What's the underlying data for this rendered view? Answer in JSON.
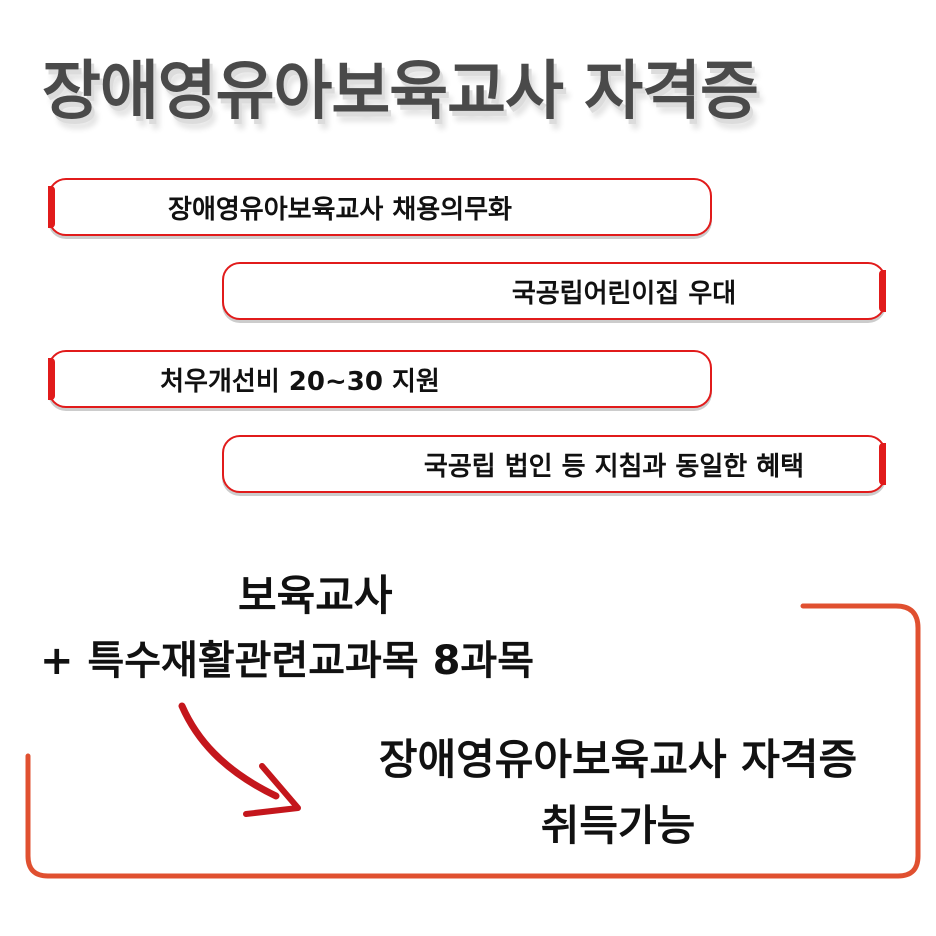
{
  "title": "장애영유아보육교사 자격증",
  "pills": [
    "장애영유아보육교사 채용의무화",
    "국공립어린이집 우대",
    "처우개선비 20~30 지원",
    "국공립 법인 등 지침과 동일한 혜택"
  ],
  "requirement": {
    "line1": "보육교사",
    "line2": "+ 특수재활관련교과목 8과목"
  },
  "result": {
    "line1": "장애영유아보육교사 자격증",
    "line2": "취득가능"
  },
  "colors": {
    "accent_red": "#e11b1b",
    "frame_orange": "#e05030",
    "arrow_red": "#c4161c",
    "title_gray": "#4a4a4a"
  },
  "icons": [
    "curved-arrow-icon"
  ]
}
